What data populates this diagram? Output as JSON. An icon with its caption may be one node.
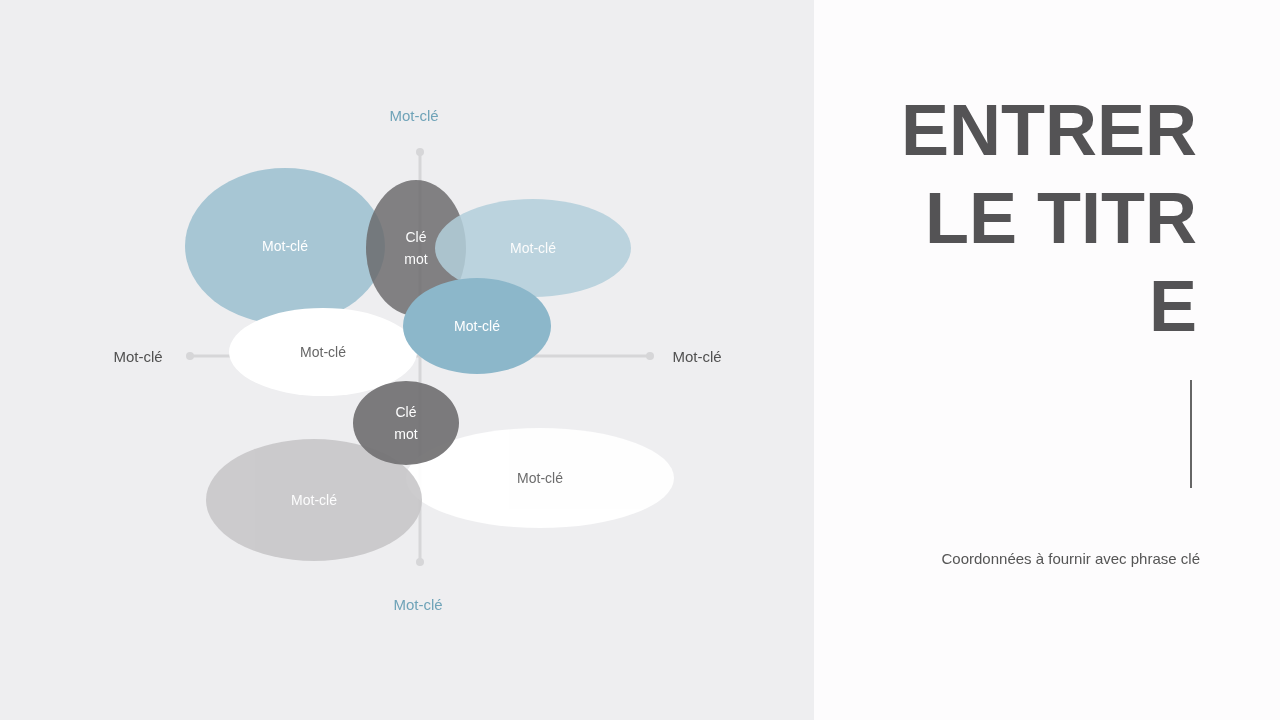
{
  "diagram": {
    "title": "ENTRER LE TITRE",
    "caption": "Coordonnées à fournir avec phrase clé",
    "nodes": [
      {
        "text": [
          "Mot-clé"
        ]
      },
      {
        "text": [
          "Clé mot"
        ]
      },
      {
        "text": [
          "Mot-clé"
        ]
      },
      {
        "text": [
          "Mot-clé"
        ]
      },
      {
        "text": [
          "Mot-clé"
        ]
      },
      {
        "text": [
          "Clé mot"
        ]
      },
      {
        "text": [
          "Mot-clé"
        ]
      },
      {
        "text": [
          "Mot-clé"
        ]
      }
    ],
    "labels": [
      "Mot-clé",
      "Mot-clé",
      "Mot-clé",
      "Mot-clé"
    ]
  }
}
